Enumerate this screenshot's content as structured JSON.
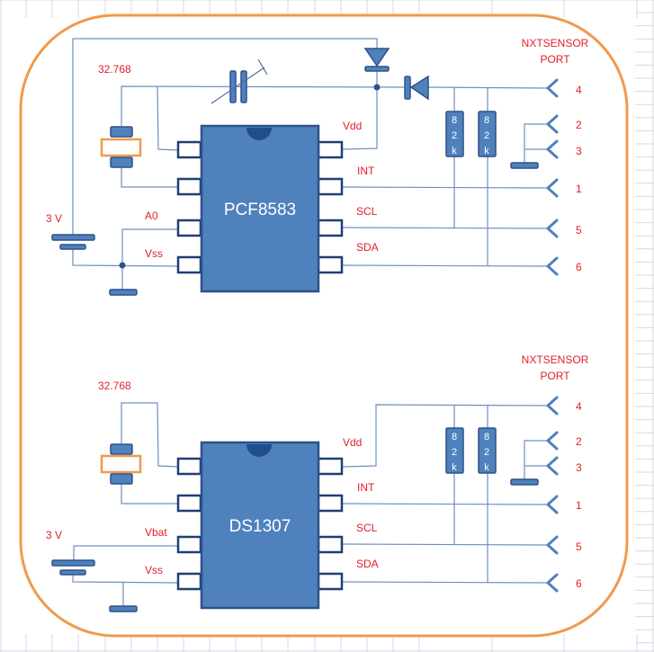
{
  "circuits": [
    {
      "chip_name": "PCF8583",
      "crystal_label": "32.768",
      "battery_label": "3 V",
      "left_pins": [
        "",
        "",
        "A0",
        "Vss"
      ],
      "right_pins": [
        "Vdd",
        "INT",
        "SCL",
        "SDA"
      ],
      "resistors": [
        [
          "8",
          "2",
          "k"
        ],
        [
          "8",
          "2",
          "k"
        ]
      ],
      "port_title": [
        "NXTSENSOR",
        "PORT"
      ],
      "port_pins": [
        "4",
        "2",
        "3",
        "1",
        "5",
        "6"
      ],
      "has_trimmer_capacitor": true,
      "has_diodes": true
    },
    {
      "chip_name": "DS1307",
      "crystal_label": "32.768",
      "battery_label": "3 V",
      "left_pins": [
        "",
        "",
        "Vbat",
        "Vss"
      ],
      "right_pins": [
        "Vdd",
        "INT",
        "SCL",
        "SDA"
      ],
      "resistors": [
        [
          "8",
          "2",
          "k"
        ],
        [
          "8",
          "2",
          "k"
        ]
      ],
      "port_title": [
        "NXTSENSOR",
        "PORT"
      ],
      "port_pins": [
        "4",
        "2",
        "3",
        "1",
        "5",
        "6"
      ],
      "has_trimmer_capacitor": false,
      "has_diodes": false
    }
  ],
  "colors": {
    "chip": "#4f81bd",
    "chip_outline": "#2f5189",
    "frame": "#ef9a4c",
    "label": "#e0202a",
    "wire": "#6f8fc0",
    "grid": "#d4dae3"
  }
}
